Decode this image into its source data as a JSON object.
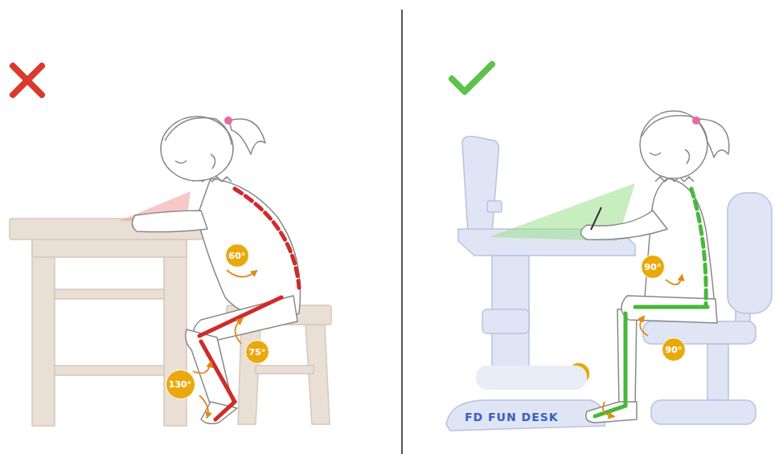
{
  "diagram": {
    "nodes": [
      {
        "text": [
          "60°"
        ]
      },
      {
        "text": [
          "75°"
        ]
      },
      {
        "text": [
          "130°"
        ]
      },
      {
        "text": [
          "90°"
        ]
      },
      {
        "text": [
          "90°"
        ]
      }
    ],
    "labels": [
      "FD FUN DESK"
    ]
  }
}
